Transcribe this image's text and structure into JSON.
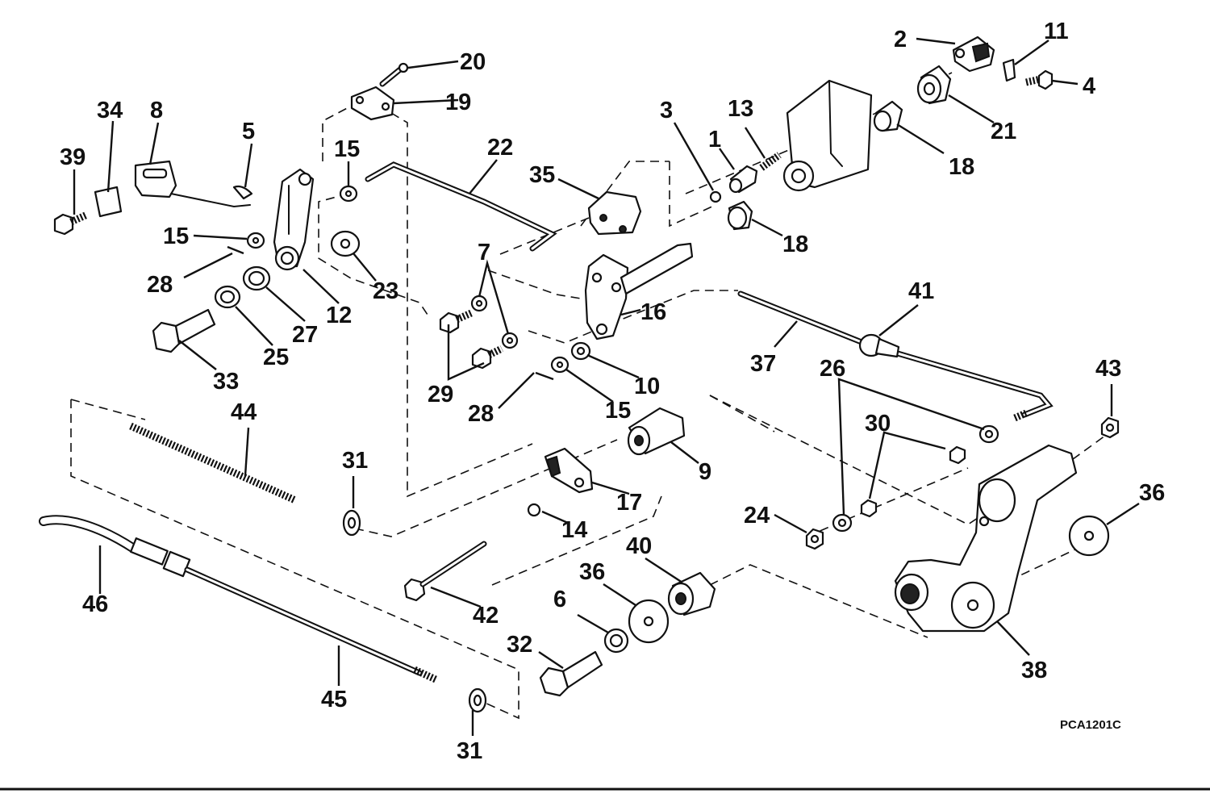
{
  "figure_code": "PCA1201C",
  "callouts": [
    {
      "text": "1"
    },
    {
      "text": "2"
    },
    {
      "text": "3"
    },
    {
      "text": "4"
    },
    {
      "text": "5"
    },
    {
      "text": "6"
    },
    {
      "text": "7"
    },
    {
      "text": "8"
    },
    {
      "text": "9"
    },
    {
      "text": "10"
    },
    {
      "text": "11"
    },
    {
      "text": "12"
    },
    {
      "text": "13"
    },
    {
      "text": "14"
    },
    {
      "text": "15"
    },
    {
      "text": "15"
    },
    {
      "text": "15"
    },
    {
      "text": "15"
    },
    {
      "text": "16"
    },
    {
      "text": "17"
    },
    {
      "text": "18"
    },
    {
      "text": "18"
    },
    {
      "text": "19"
    },
    {
      "text": "20"
    },
    {
      "text": "21"
    },
    {
      "text": "22"
    },
    {
      "text": "23"
    },
    {
      "text": "24"
    },
    {
      "text": "25"
    },
    {
      "text": "26"
    },
    {
      "text": "27"
    },
    {
      "text": "28"
    },
    {
      "text": "28"
    },
    {
      "text": "29"
    },
    {
      "text": "30"
    },
    {
      "text": "31"
    },
    {
      "text": "31"
    },
    {
      "text": "32"
    },
    {
      "text": "33"
    },
    {
      "text": "34"
    },
    {
      "text": "35"
    },
    {
      "text": "36"
    },
    {
      "text": "36"
    },
    {
      "text": "37"
    },
    {
      "text": "38"
    },
    {
      "text": "39"
    },
    {
      "text": "40"
    },
    {
      "text": "41"
    },
    {
      "text": "42"
    },
    {
      "text": "43"
    },
    {
      "text": "44"
    },
    {
      "text": "45"
    },
    {
      "text": "46"
    }
  ]
}
